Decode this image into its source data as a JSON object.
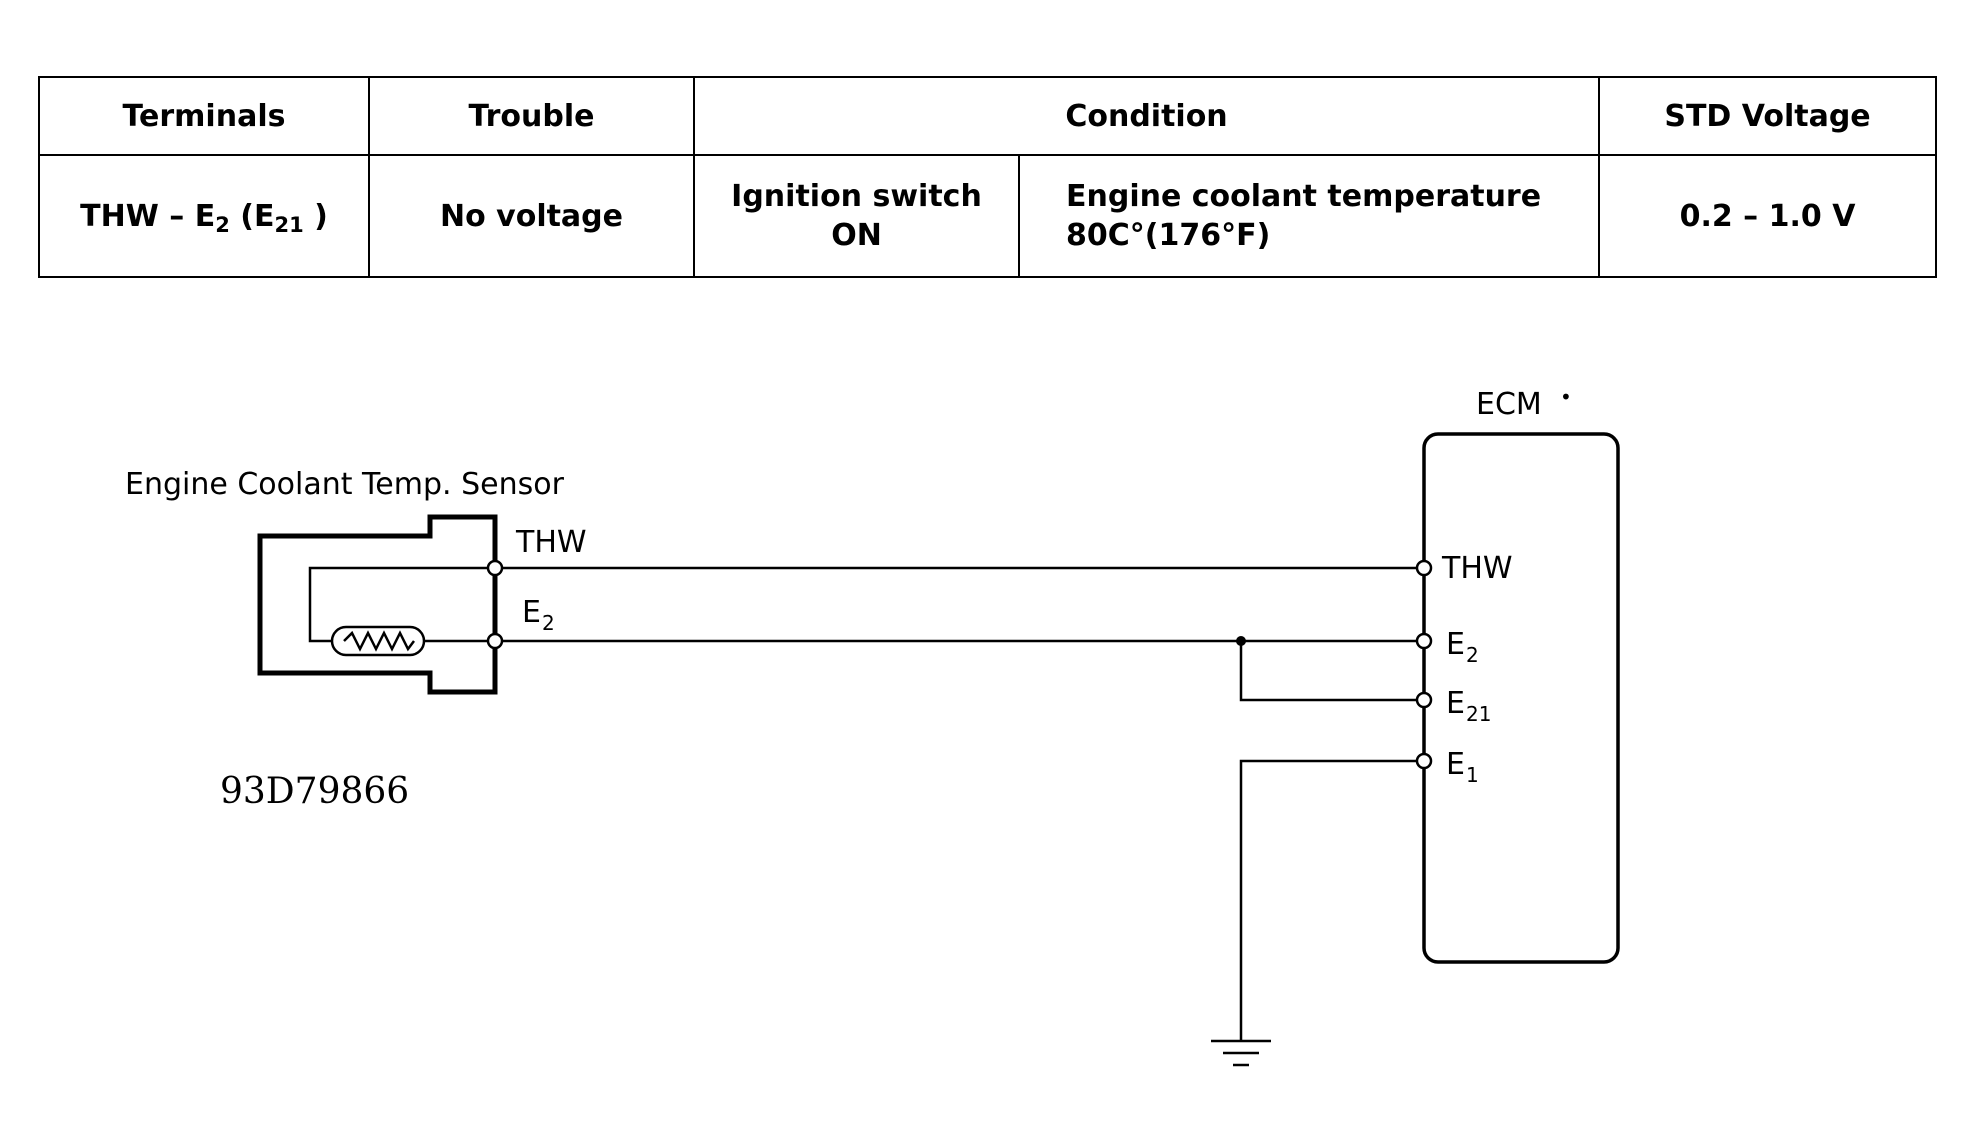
{
  "table": {
    "headers": {
      "terminals": "Terminals",
      "trouble": "Trouble",
      "condition": "Condition",
      "std_voltage": "STD Voltage"
    },
    "row": {
      "terminals_main": "THW – E",
      "terminals_sub1": "2",
      "terminals_mid": " (E",
      "terminals_sub2": "21",
      "terminals_end": " )",
      "trouble": "No voltage",
      "ignition_line1": "Ignition switch",
      "ignition_line2": "ON",
      "coolant_line1": "Engine coolant temperature",
      "coolant_line2": "80C°(176°F)",
      "std_voltage": "0.2 – 1.0 V"
    }
  },
  "diagram": {
    "sensor_label": "Engine Coolant Temp. Sensor",
    "sensor_thw": "THW",
    "sensor_e": "E",
    "sensor_e_sub": "2",
    "ecm_label": "ECM",
    "ecm_mark": "•",
    "ecm_thw": "THW",
    "ecm_e2": "E",
    "ecm_e2_sub": "2",
    "ecm_e21": "E",
    "ecm_e21_sub": "21",
    "ecm_e1": "E",
    "ecm_e1_sub": "1",
    "figure_code": "93D79866"
  }
}
